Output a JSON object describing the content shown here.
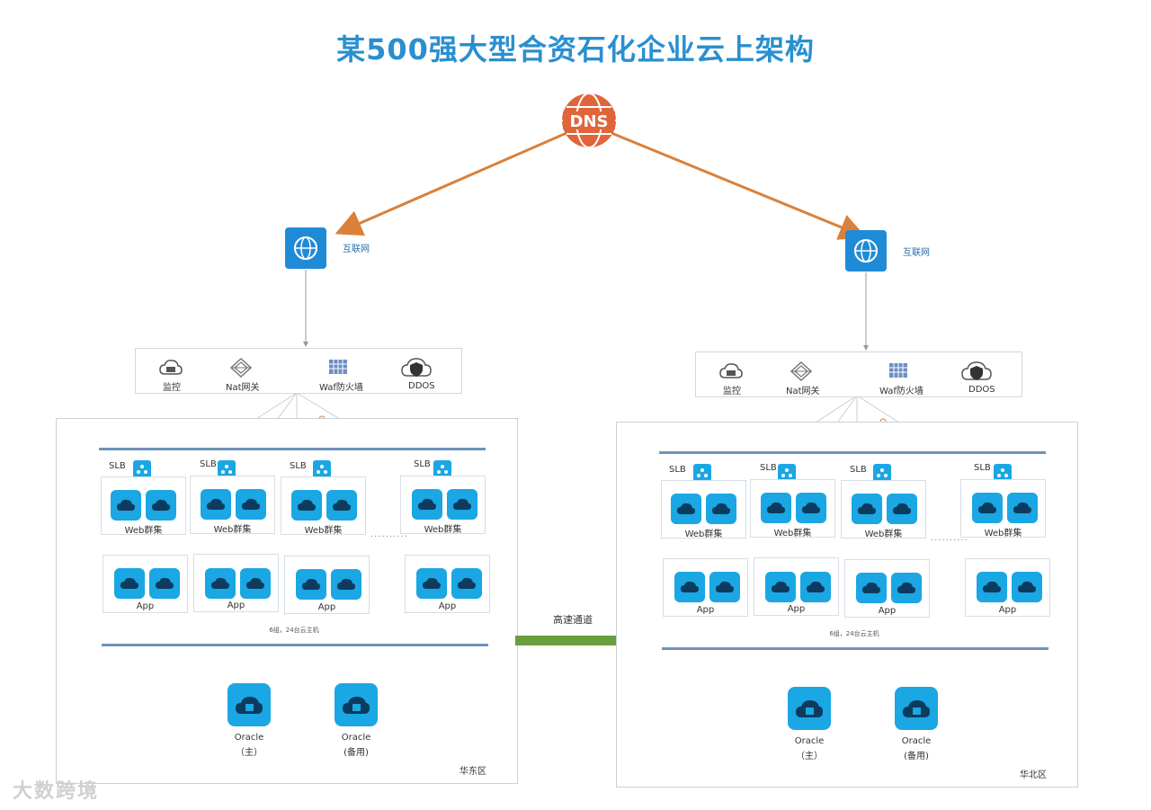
{
  "title": "某500强大型合资石化企业云上架构",
  "dns": {
    "label": "DNS"
  },
  "channel_label": "高速通道",
  "watermark": "大数跨境",
  "left": {
    "internet_label": "互联网",
    "services": [
      "监控",
      "Nat网关",
      "Waf防火墙",
      "DDOS"
    ],
    "slb_label": "SLB",
    "web_label": "Web群集",
    "app_label": "App",
    "hosts_note": "6组，24台云主机",
    "dots": "··········",
    "oracle_main": [
      "Oracle",
      "（主）"
    ],
    "oracle_backup": [
      "Oracle",
      "(备用)"
    ],
    "region_name": "华东区"
  },
  "right": {
    "internet_label": "互联网",
    "services": [
      "监控",
      "Nat网关",
      "Waf防火墙",
      "DDOS"
    ],
    "slb_label": "SLB",
    "web_label": "Web群集",
    "app_label": "App",
    "hosts_note": "6组，24台云主机",
    "dots": "··········",
    "oracle_main": [
      "Oracle",
      "（主）"
    ],
    "oracle_backup": [
      "Oracle",
      "(备用)"
    ],
    "region_name": "华北区"
  },
  "colors": {
    "accent": "#1aa7e3",
    "title": "#2a8fcf",
    "arrow": "#d9813b",
    "channel": "#6a9e3d",
    "bar": "#6e93b9"
  }
}
